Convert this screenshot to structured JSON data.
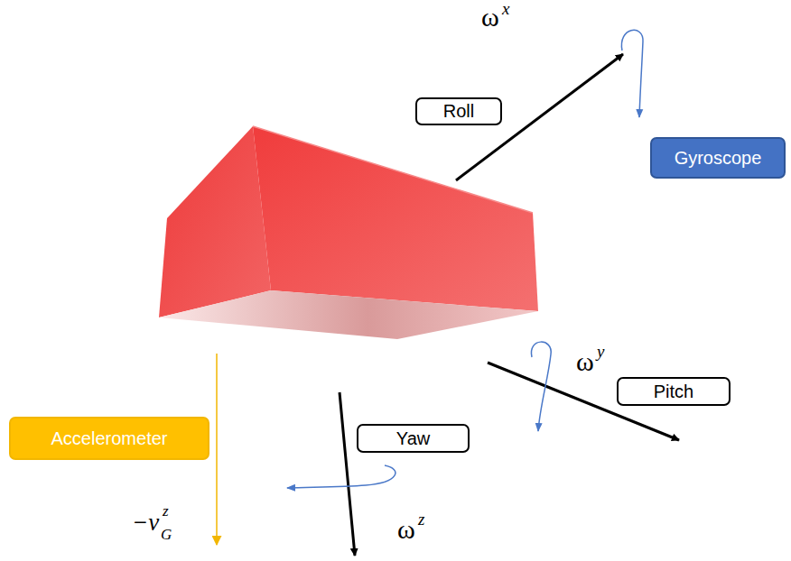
{
  "diagram": {
    "nodes": [
      {
        "text": [
          "Roll"
        ]
      },
      {
        "text": [
          "Gyroscope"
        ]
      },
      {
        "text": [
          "Pitch"
        ]
      },
      {
        "text": [
          "Accelerometer"
        ]
      },
      {
        "text": [
          "Yaw"
        ]
      }
    ],
    "labels": [
      "ω",
      "x",
      "ω",
      "y",
      "ω",
      "z",
      "−v",
      "G",
      "z"
    ]
  }
}
